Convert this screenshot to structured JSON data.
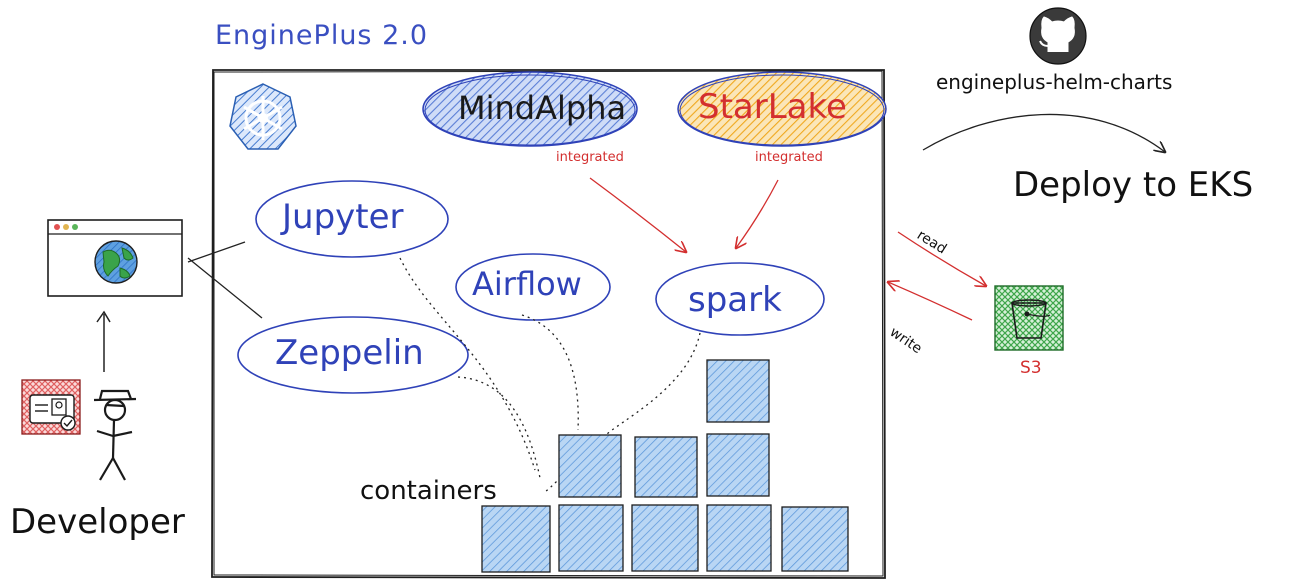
{
  "title": "EnginePlus 2.0",
  "nodes": {
    "mindalpha": "MindAlpha",
    "starlake": "StarLake",
    "jupyter": "Jupyter",
    "airflow": "Airflow",
    "spark": "spark",
    "zeppelin": "Zeppelin"
  },
  "edge_labels": {
    "mindalpha_integrated": "integrated",
    "starlake_integrated": "integrated",
    "read": "read",
    "write": "write"
  },
  "containers_label": "containers",
  "github": {
    "repo": "engineplus-helm-charts",
    "deploy": "Deploy to EKS"
  },
  "s3_label": "S3",
  "developer_label": "Developer",
  "icons": [
    "kubernetes-icon",
    "github-icon",
    "s3-bucket-icon",
    "globe-icon",
    "browser-window-icon",
    "id-badge-icon",
    "stick-figure-icon"
  ],
  "colors": {
    "blue_text": "#2f42b8",
    "red_text": "#d32f2f",
    "mindalpha_fill": "#5b7fd6",
    "starlake_fill": "#f5b93a",
    "container_fill": "#7ab0e8",
    "s3_fill": "#3ea64a",
    "badge_fill": "#e06060"
  }
}
